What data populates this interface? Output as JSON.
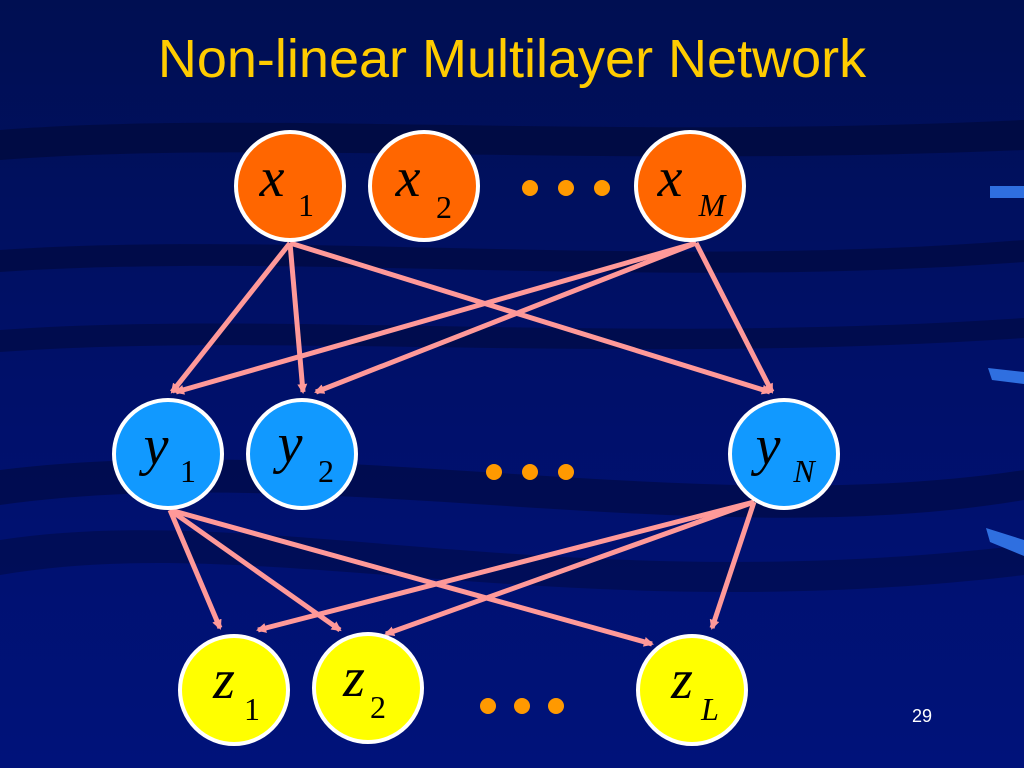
{
  "slide": {
    "title": "Non-linear Multilayer Network",
    "page_number": "29"
  },
  "colors": {
    "background": "#000f5e",
    "title": "#ffcc00",
    "input_node": "#ff6600",
    "hidden_node": "#1199ff",
    "output_node": "#ffff00",
    "arrow": "#ff9999",
    "ellipsis": "#ff9900"
  },
  "layers": {
    "input": [
      {
        "var": "x",
        "sub": "1"
      },
      {
        "var": "x",
        "sub": "2"
      },
      {
        "var": "x",
        "sub": "M"
      }
    ],
    "hidden": [
      {
        "var": "y",
        "sub": "1"
      },
      {
        "var": "y",
        "sub": "2"
      },
      {
        "var": "y",
        "sub": "N"
      }
    ],
    "output": [
      {
        "var": "z",
        "sub": "1"
      },
      {
        "var": "z",
        "sub": "2"
      },
      {
        "var": "z",
        "sub": "L"
      }
    ]
  }
}
